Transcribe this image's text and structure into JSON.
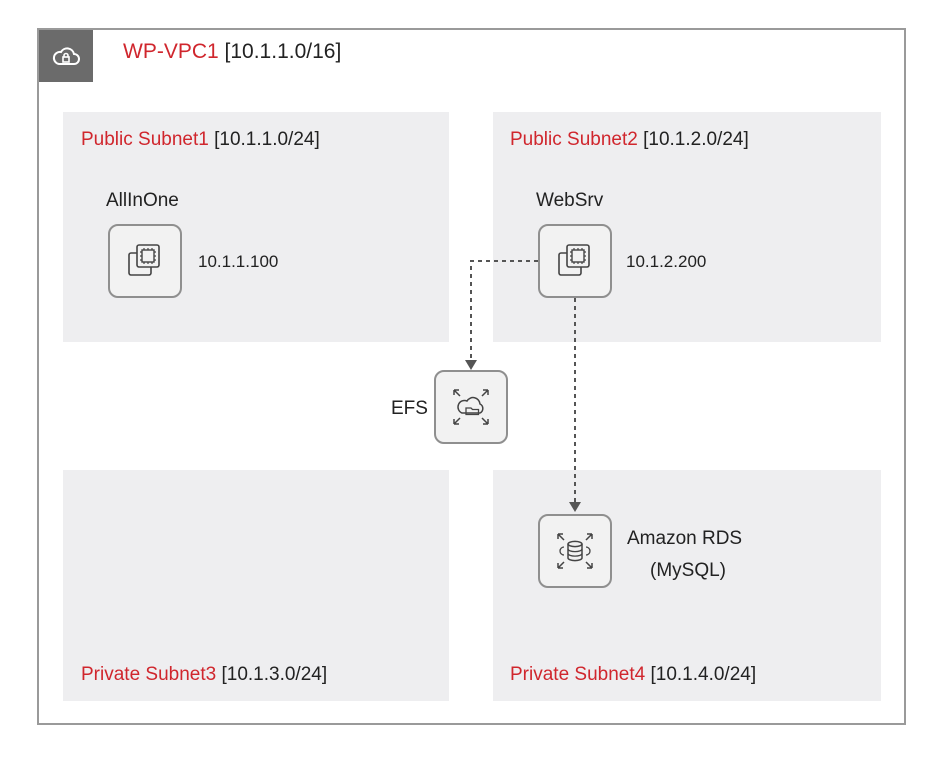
{
  "vpc": {
    "name": "WP-VPC1",
    "cidr": "[10.1.1.0/16]",
    "icon": "cloud-lock-icon"
  },
  "subnets": {
    "public1": {
      "name": "Public Subnet1",
      "cidr": "[10.1.1.0/24]"
    },
    "public2": {
      "name": "Public Subnet2",
      "cidr": "[10.1.2.0/24]"
    },
    "private3": {
      "name": "Private Subnet3",
      "cidr": "[10.1.3.0/24]"
    },
    "private4": {
      "name": "Private Subnet4",
      "cidr": "[10.1.4.0/24]"
    }
  },
  "nodes": {
    "allinone": {
      "label": "AllInOne",
      "ip": "10.1.1.100",
      "icon": "ec2-instance-icon"
    },
    "websrv": {
      "label": "WebSrv",
      "ip": "10.1.2.200",
      "icon": "ec2-instance-icon"
    },
    "efs": {
      "label": "EFS",
      "icon": "efs-icon"
    },
    "rds": {
      "label_line1": "Amazon RDS",
      "label_line2": "(MySQL)",
      "icon": "rds-database-icon"
    }
  },
  "colors": {
    "accent_red": "#d0262d",
    "subnet_bg": "#eeeef0",
    "border_gray": "#9a9a9a"
  }
}
